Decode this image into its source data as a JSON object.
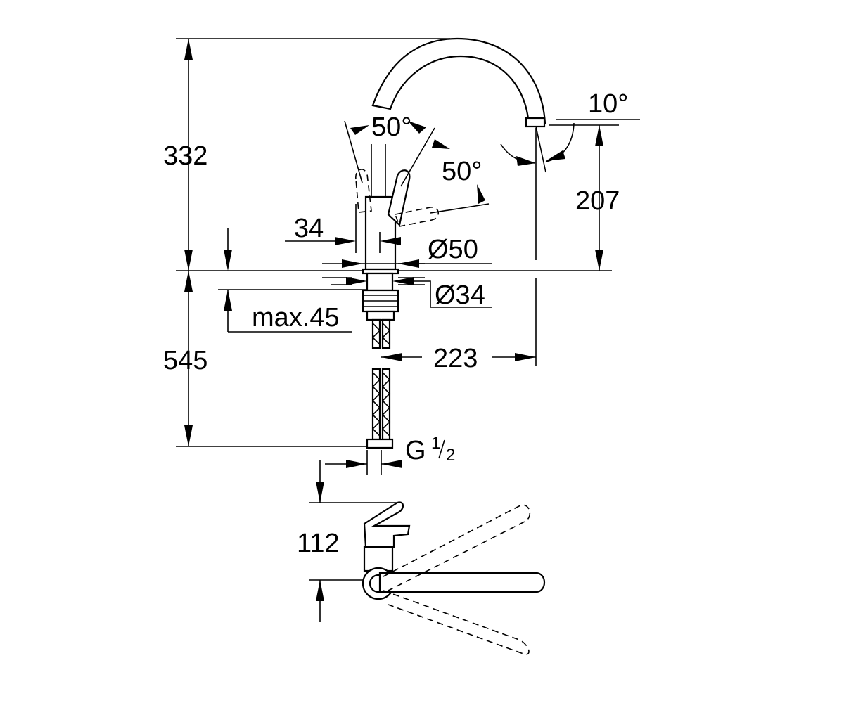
{
  "dimensions": {
    "height_above_deck": "332",
    "height_below_deck": "545",
    "spout_outlet_height": "207",
    "spout_reach": "223",
    "lever_width": "34",
    "base_diameter": "Ø50",
    "hole_diameter": "Ø34",
    "max_deck_thickness": "max.45",
    "connection_thread_main": "G",
    "connection_thread_num": "1",
    "connection_thread_den": "2",
    "lever_angle_left": "50°",
    "lever_angle_right": "50°",
    "spout_angle": "10°",
    "lever_top_clearance": "112"
  },
  "colors": {
    "line": "#000000",
    "background": "#ffffff"
  }
}
